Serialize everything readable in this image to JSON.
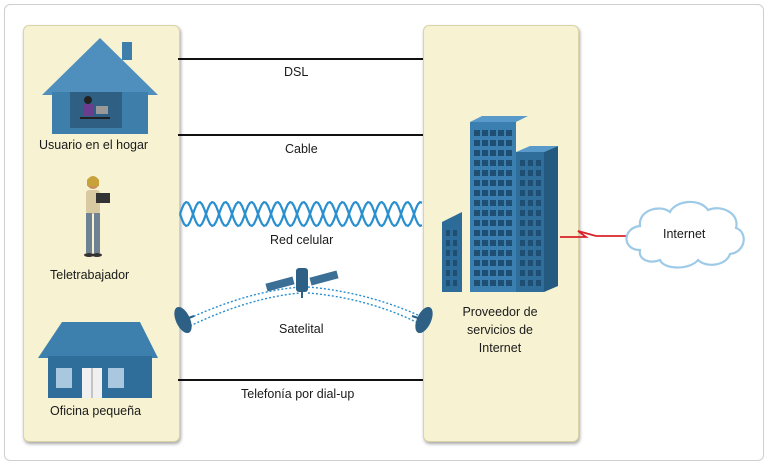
{
  "left": {
    "home_user": "Usuario en el hogar",
    "teleworker": "Teletrabajador",
    "small_office": "Oficina pequeña"
  },
  "links": {
    "dsl": "DSL",
    "cable": "Cable",
    "cellular": "Red celular",
    "satellite": "Satelital",
    "dialup": "Telefonía por dial-up"
  },
  "isp": {
    "line1": "Proveedor de",
    "line2": "servicios de",
    "line3": "Internet"
  },
  "cloud": {
    "label": "Internet"
  },
  "colors": {
    "panel": "#f7f3d2",
    "building": "#3a7fb0",
    "wave": "#2a8fcf",
    "serial_link": "#d9232a"
  }
}
